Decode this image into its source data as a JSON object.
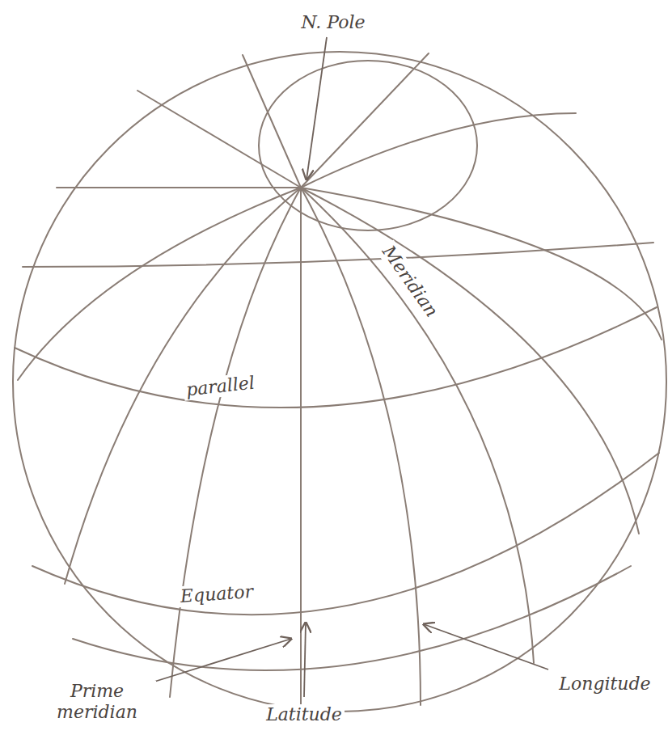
{
  "diagram": {
    "labels": [
      "N. Pole",
      "Meridian",
      "parallel",
      "Equator",
      "Prime meridian",
      "Latitude",
      "Longitude"
    ]
  }
}
